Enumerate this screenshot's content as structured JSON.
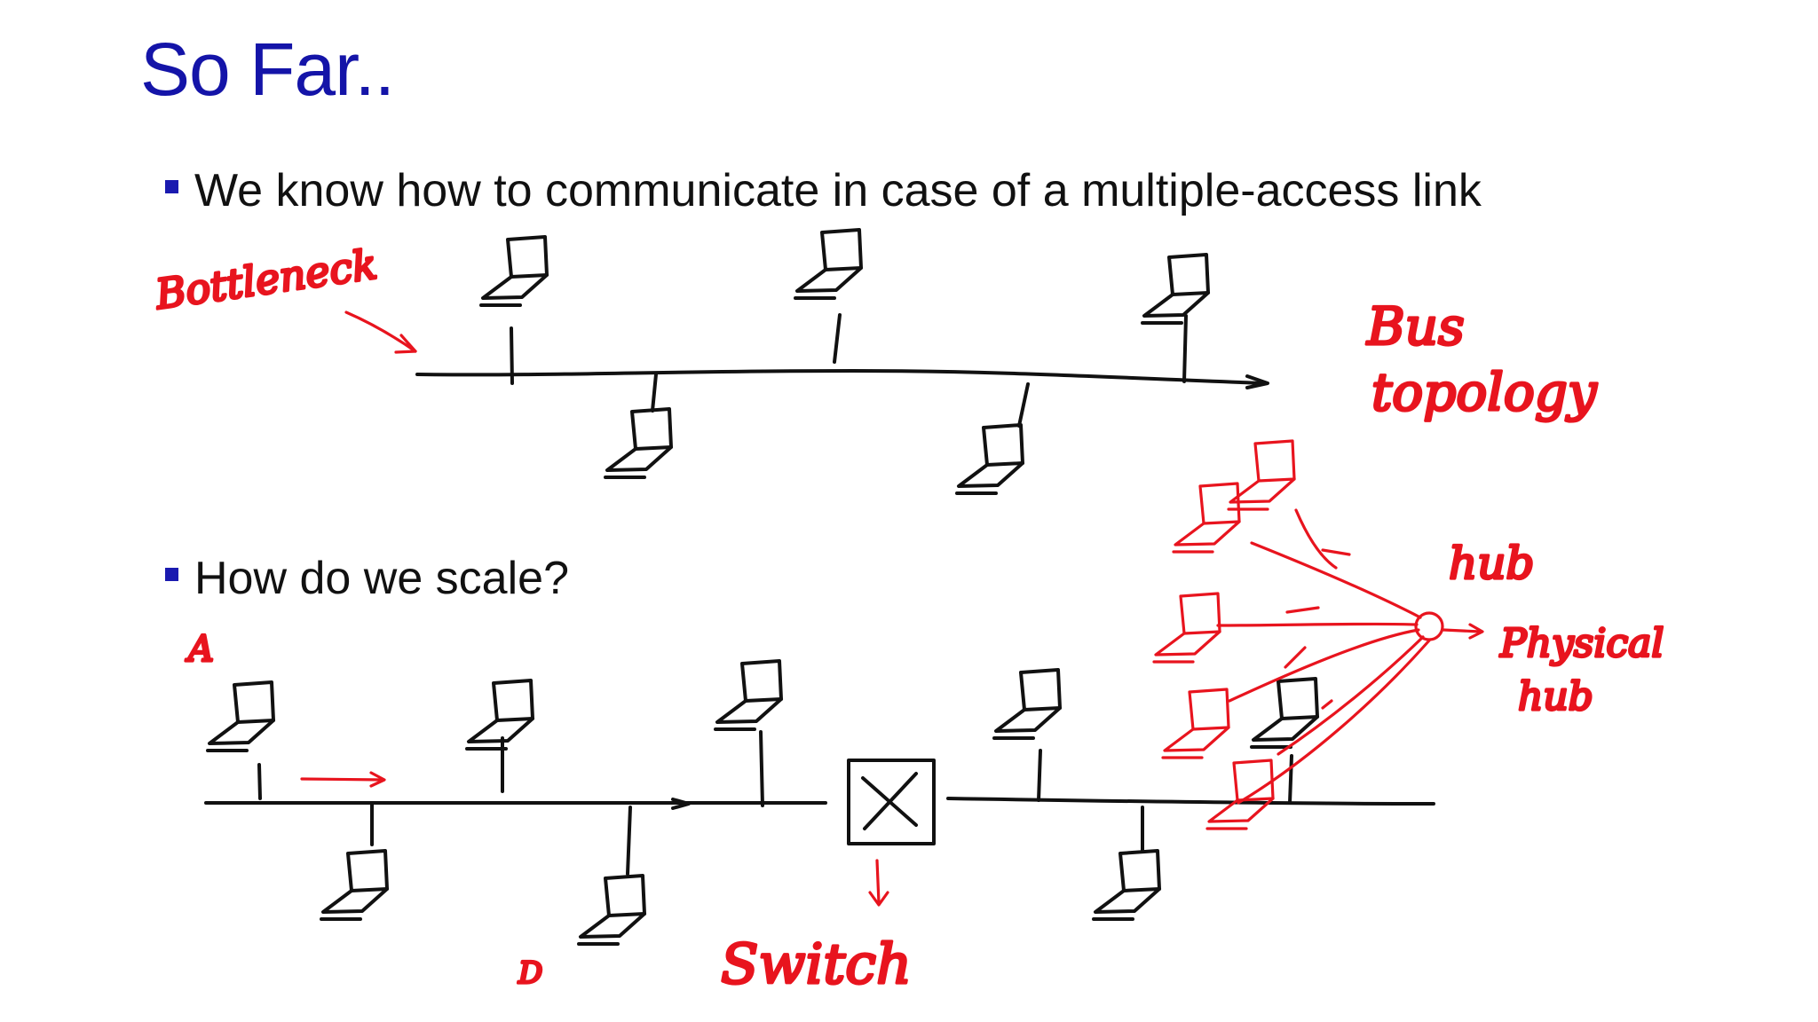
{
  "slide": {
    "title": "So Far..",
    "bullets": [
      "We know how to communicate in case of a multiple-access link",
      "How do we scale?"
    ]
  },
  "annotations": {
    "bottleneck": "Bottleneck",
    "bus_topology": [
      "Bus",
      "topology"
    ],
    "hub": "hub",
    "physical_hub": [
      "Physical",
      "hub"
    ],
    "switch": "Switch",
    "node_a": "A",
    "node_d": "D"
  },
  "colors": {
    "title": "#1414a8",
    "ink": "#111111",
    "annotation": "#e8141e"
  },
  "icons": [
    "laptop-icon",
    "switch-box-icon",
    "hub-icon",
    "arrow-icon"
  ]
}
